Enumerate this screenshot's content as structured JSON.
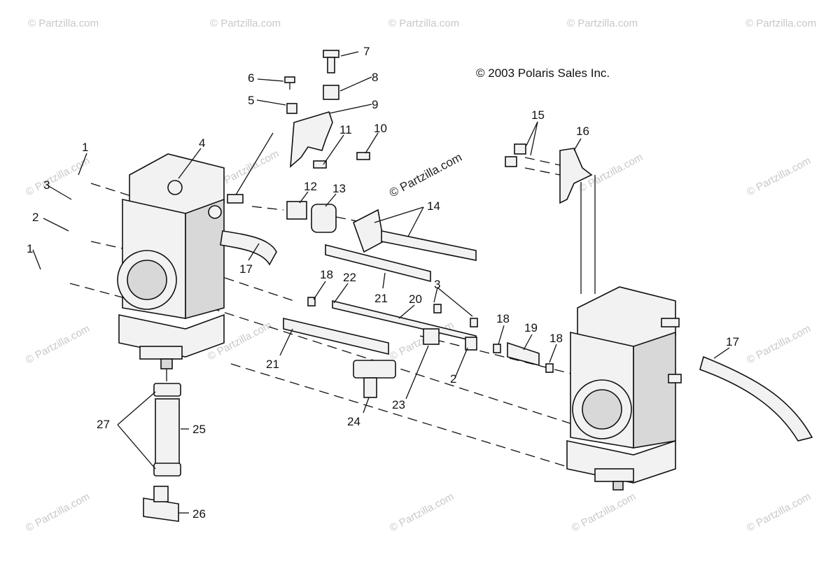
{
  "copyright": "© 2003 Polaris Sales Inc.",
  "watermark": {
    "text": "© Partzilla.com"
  },
  "callouts": [
    {
      "id": "c1a",
      "label": "1"
    },
    {
      "id": "c1b",
      "label": "1"
    },
    {
      "id": "c2a",
      "label": "2"
    },
    {
      "id": "c2b",
      "label": "2"
    },
    {
      "id": "c3a",
      "label": "3"
    },
    {
      "id": "c3b",
      "label": "3"
    },
    {
      "id": "c4",
      "label": "4"
    },
    {
      "id": "c5",
      "label": "5"
    },
    {
      "id": "c6",
      "label": "6"
    },
    {
      "id": "c7",
      "label": "7"
    },
    {
      "id": "c8",
      "label": "8"
    },
    {
      "id": "c9",
      "label": "9"
    },
    {
      "id": "c10",
      "label": "10"
    },
    {
      "id": "c11",
      "label": "11"
    },
    {
      "id": "c12",
      "label": "12"
    },
    {
      "id": "c13",
      "label": "13"
    },
    {
      "id": "c14",
      "label": "14"
    },
    {
      "id": "c15",
      "label": "15"
    },
    {
      "id": "c16",
      "label": "16"
    },
    {
      "id": "c17a",
      "label": "17"
    },
    {
      "id": "c17b",
      "label": "17"
    },
    {
      "id": "c18a",
      "label": "18"
    },
    {
      "id": "c18b",
      "label": "18"
    },
    {
      "id": "c18c",
      "label": "18"
    },
    {
      "id": "c19",
      "label": "19"
    },
    {
      "id": "c20",
      "label": "20"
    },
    {
      "id": "c21a",
      "label": "21"
    },
    {
      "id": "c21b",
      "label": "21"
    },
    {
      "id": "c22",
      "label": "22"
    },
    {
      "id": "c23",
      "label": "23"
    },
    {
      "id": "c24",
      "label": "24"
    },
    {
      "id": "c25",
      "label": "25"
    },
    {
      "id": "c26",
      "label": "26"
    },
    {
      "id": "c27",
      "label": "27"
    }
  ]
}
